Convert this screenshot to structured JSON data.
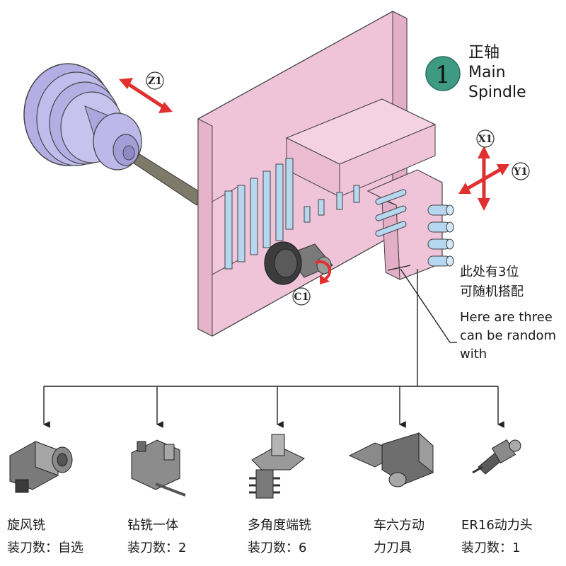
{
  "spindle": {
    "number": "1",
    "name_cn": "正轴",
    "name_en_line1": "Main",
    "name_en_line2": "Spindle",
    "badge_color": "#3f9a84"
  },
  "axes": {
    "z1": "Z1",
    "x1": "X1",
    "y1": "Y1",
    "c1": "C1",
    "arrow_color": "#e03030"
  },
  "note": {
    "cn_line1": "此处有3位",
    "cn_line2": "可随机搭配",
    "en_line1": "Here are three",
    "en_line2": "can be random",
    "en_line3": "with"
  },
  "colors": {
    "gang_plate": "#f0c4d8",
    "chuck": "#b4aee4",
    "tool_blue": "#b6d7f0"
  },
  "tools": [
    {
      "line1": "旋风铣",
      "line2": "装刀数：自选",
      "icon": "whirlwind-mill-icon"
    },
    {
      "line1": "钻铣一体",
      "line2": "装刀数：2",
      "icon": "drill-mill-unit-icon"
    },
    {
      "line1": "多角度端铣",
      "line2": "装刀数：6",
      "icon": "multi-angle-end-mill-icon"
    },
    {
      "line1": "车六方动",
      "line2": "力刀具",
      "icon": "hexagon-turning-tool-icon"
    },
    {
      "line1": "ER16动力头",
      "line2": "装刀数：1",
      "icon": "er16-power-head-icon"
    }
  ]
}
